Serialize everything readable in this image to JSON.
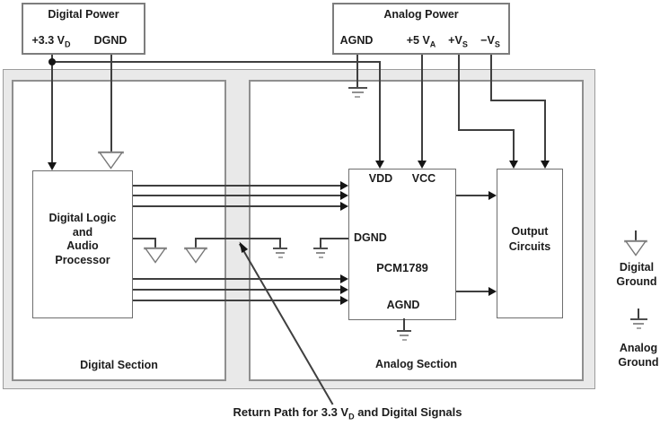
{
  "colors": {
    "wire": "#3f3f3f",
    "arrow": "#151515",
    "text": "#1c1c1c",
    "box-border": "#7d7d7d",
    "device-border": "#6e6e6e",
    "section-border": "#8f8f8f",
    "outer-border": "#9c9c9c",
    "outer-fill": "#e9e9e9",
    "gnd-dark": "#4f4f4f",
    "gnd-mid": "#8f8f8f",
    "gnd-light": "#a8a8a8",
    "triangle-stroke": "#777777",
    "triangle-bar": "#9a9a9a"
  },
  "power": {
    "digital": {
      "title": "Digital Power",
      "pins": [
        {
          "main": "+3.3 V",
          "sub": "D"
        },
        {
          "main": "DGND",
          "sub": ""
        }
      ]
    },
    "analog": {
      "title": "Analog Power",
      "pins": [
        {
          "main": "AGND",
          "sub": ""
        },
        {
          "main": "+5 V",
          "sub": "A"
        },
        {
          "main": "+V",
          "sub": "S"
        },
        {
          "main": "−V",
          "sub": "S"
        }
      ]
    }
  },
  "blocks": {
    "digital_logic": {
      "line1": "Digital Logic",
      "line2": "and",
      "line3": "Audio",
      "line4": "Processor"
    },
    "pcm": {
      "vdd": "VDD",
      "vcc": "VCC",
      "dgnd": "DGND",
      "name": "PCM1789",
      "agnd": "AGND"
    },
    "output": {
      "line1": "Output",
      "line2": "Circuits"
    }
  },
  "sections": {
    "digital": "Digital Section",
    "analog": "Analog Section"
  },
  "legend": {
    "digital": {
      "line1": "Digital",
      "line2": "Ground"
    },
    "analog": {
      "line1": "Analog",
      "line2": "Ground"
    }
  },
  "caption": {
    "pre": "Return Path for 3.3 V",
    "sub": "D",
    "post": " and Digital Signals"
  }
}
